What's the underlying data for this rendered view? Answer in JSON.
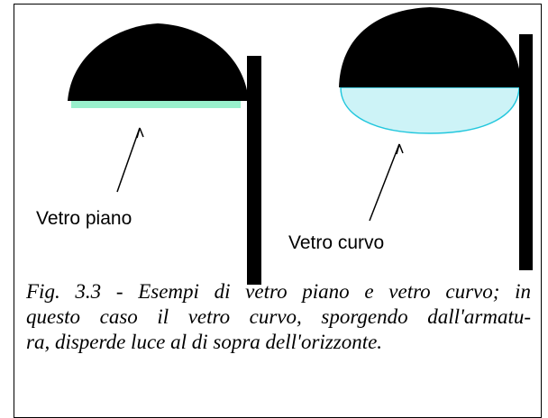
{
  "labels": {
    "flat_glass": "Vetro piano",
    "curved_glass": "Vetro curvo"
  },
  "caption": {
    "line1": "Fig. 3.3 - Esempi di vetro piano e vetro curvo; in",
    "line2": "questo caso il vetro curvo, sporgendo dall'armatu-",
    "line3": "ra, disperde luce al di sopra dell'orizzonte."
  },
  "colors": {
    "lamp_body": "#000000",
    "pole": "#000000",
    "flat_glass": "#99f0cc",
    "curved_glass_fill": "#cdf3f7",
    "curved_glass_stroke": "#22c7dd",
    "text": "#000000"
  }
}
